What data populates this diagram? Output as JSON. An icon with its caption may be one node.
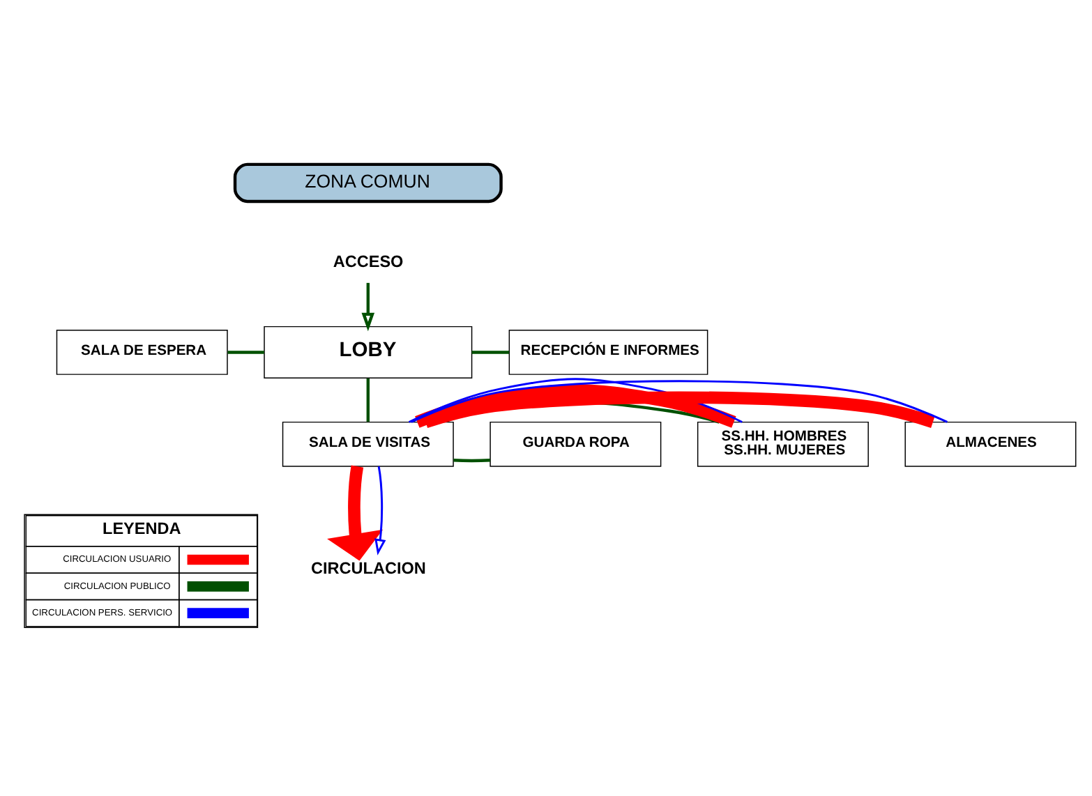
{
  "diagram": {
    "nodes": [
      {
        "text": [
          "ZONA COMUN"
        ]
      },
      {
        "text": [
          "ACCESO"
        ]
      },
      {
        "text": [
          "SALA DE ESPERA"
        ]
      },
      {
        "text": [
          "LOBY"
        ]
      },
      {
        "text": [
          "RECEPCIÓN E INFORMES"
        ]
      },
      {
        "text": [
          "GUARDA ROPA"
        ]
      },
      {
        "text": [
          "SALA DE VISITAS"
        ]
      },
      {
        "text": [
          "SS.HH. HOMBRES",
          "SS.HH. MUJERES"
        ]
      },
      {
        "text": [
          "ALMACENES"
        ]
      },
      {
        "text": [
          "CIRCULACION"
        ]
      }
    ],
    "edges": [
      {
        "from": 1,
        "to": 3,
        "arrow": "to"
      },
      {
        "from": 2,
        "to": 3,
        "arrow": "none"
      },
      {
        "from": 3,
        "to": 4,
        "arrow": "none"
      },
      {
        "from": 3,
        "to": 6,
        "arrow": "none"
      },
      {
        "from": 6,
        "to": 5,
        "arrow": "none"
      },
      {
        "from": 6,
        "to": 7,
        "arrow": "none"
      },
      {
        "from": 6,
        "to": 7,
        "arrow": "none",
        "style": "thick",
        "color": "#ff0000"
      },
      {
        "from": 6,
        "to": 7,
        "arrow": "none",
        "color": "#0000ff"
      },
      {
        "from": 6,
        "to": 8,
        "arrow": "none",
        "style": "thick",
        "color": "#ff0000"
      },
      {
        "from": 6,
        "to": 8,
        "arrow": "none",
        "color": "#0000ff"
      },
      {
        "from": 6,
        "to": 9,
        "arrow": "to",
        "style": "thick",
        "color": "#ff0000"
      },
      {
        "from": 6,
        "to": 9,
        "arrow": "to",
        "color": "#0000ff"
      }
    ],
    "labels": [
      "LEYENDA"
    ],
    "legend": [
      {
        "text": "CIRCULACION USUARIO",
        "color": "#ff0000"
      },
      {
        "text": "CIRCULACION PUBLICO",
        "color": "#005000"
      },
      {
        "text": "CIRCULACION PERS. SERVICIO",
        "color": "#0000ff"
      }
    ]
  }
}
